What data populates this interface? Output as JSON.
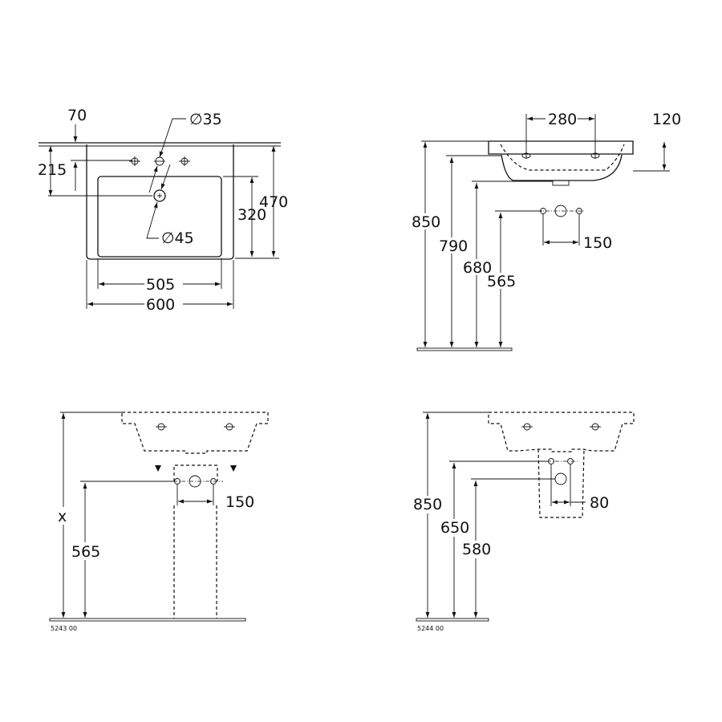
{
  "views": {
    "top": {
      "dims": {
        "d70": "70",
        "d35": "∅35",
        "d215": "215",
        "d470": "470",
        "d320": "320",
        "d45": "∅45",
        "d505": "505",
        "d600": "600"
      }
    },
    "side": {
      "dims": {
        "d280": "280",
        "d120": "120",
        "d850": "850",
        "d790": "790",
        "d680": "680",
        "d565": "565",
        "d150": "150"
      }
    },
    "pedestal": {
      "dims": {
        "dx": "x",
        "d565": "565",
        "d150": "150"
      },
      "code": "5243 00"
    },
    "semi_pedestal": {
      "dims": {
        "d850": "850",
        "d650": "650",
        "d580": "580",
        "d80": "80"
      },
      "code": "5244 00"
    }
  },
  "colors": {
    "line": "#111111",
    "background": "#ffffff"
  }
}
